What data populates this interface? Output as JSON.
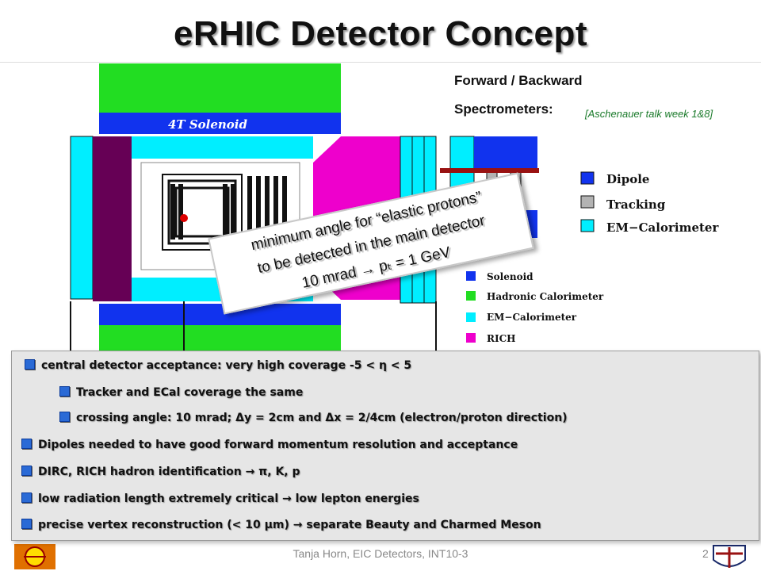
{
  "title": "eRHIC Detector Concept",
  "forward_label_1": "Forward / Backward",
  "forward_label_2": "Spectrometers:",
  "reference": "[Aschenauer talk week 1&8]",
  "solenoid_label": "4T Solenoid",
  "legend_top": [
    "Dipole",
    "Tracking",
    "EM−Calorimeter"
  ],
  "legend_bottom": [
    "Solenoid",
    "Hadronic Calorimeter",
    "EM−Calorimeter",
    "RICH"
  ],
  "colors": {
    "green": "#22dd22",
    "blue": "#1133ee",
    "cyan": "#00eeff",
    "magenta": "#ee00cc",
    "purple": "#660055",
    "gray": "#b3b3b3",
    "darkred": "#991111"
  },
  "callout": {
    "line1": "minimum angle for “elastic protons”",
    "line2": "to be detected in the main detector",
    "line3": "10 mrad → pₜ = 1 GeV"
  },
  "bullets": [
    "central detector acceptance: very high coverage -5 < η < 5",
    "Tracker and ECal coverage the same",
    "crossing angle: 10 mrad; Δy = 2cm and Δx = 2/4cm (electron/proton direction)",
    "Dipoles needed to have good forward momentum resolution and acceptance",
    "DIRC, RICH hadron identification → π, K, p",
    "low radiation length extremely critical → low lepton energies",
    "precise vertex reconstruction (< 10 μm) → separate Beauty and Charmed Meson"
  ],
  "footer": "Tanja Horn, EIC Detectors, INT10-3",
  "page_number": "2"
}
